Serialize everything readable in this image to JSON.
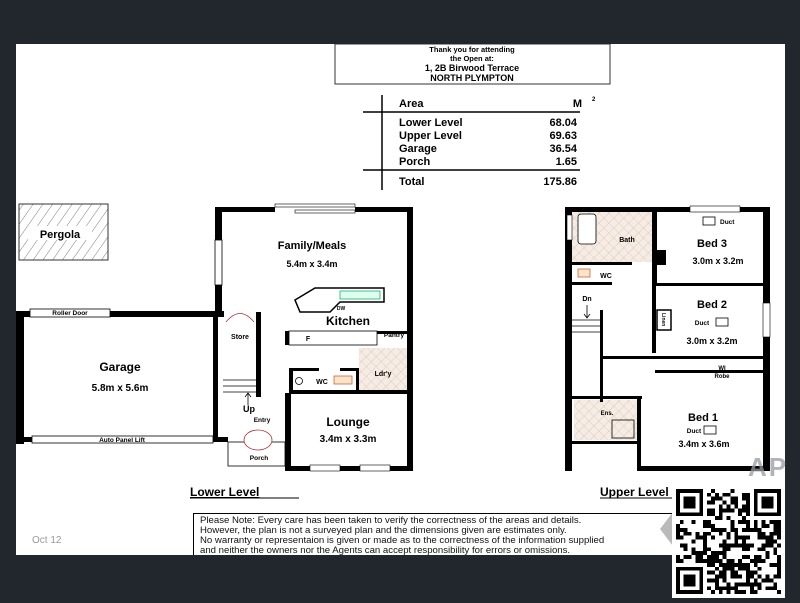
{
  "header_box": {
    "line1": "Thank you for attending",
    "line2": "the Open at:",
    "address": "1, 2B Birwood Terrace",
    "suburb": "NORTH PLYMPTON"
  },
  "area_table": {
    "col_label": "Area",
    "col_unit": "M",
    "unit_sup": "2",
    "rows": [
      {
        "label": "Lower Level",
        "value": "68.04"
      },
      {
        "label": "Upper Level",
        "value": "69.63"
      },
      {
        "label": "Garage",
        "value": "36.54"
      },
      {
        "label": "Porch",
        "value": "1.65"
      }
    ],
    "total_label": "Total",
    "total_value": "175.86"
  },
  "lower": {
    "heading": "Lower Level",
    "pergola": "Pergola",
    "roller_door": "Roller Door",
    "garage": "Garage",
    "garage_dim": "5.8m x 5.6m",
    "auto_panel": "Auto Panel Lift",
    "store": "Store",
    "up": "Up",
    "entry": "Entry",
    "porch": "Porch",
    "family": "Family/Meals",
    "family_dim": "5.4m x 3.4m",
    "dw": "DW",
    "kitchen": "Kitchen",
    "fridge": "F",
    "pantry": "Pantry",
    "laundry": "Ldr'y",
    "wc": "WC",
    "lounge": "Lounge",
    "lounge_dim": "3.4m x 3.3m"
  },
  "upper": {
    "heading": "Upper Level",
    "bath": "Bath",
    "wc": "WC",
    "dn": "Dn",
    "bed3": "Bed 3",
    "bed3_dim": "3.0m x 3.2m",
    "bed2": "Bed 2",
    "bed2_dim": "3.0m x 3.2m",
    "bed1": "Bed 1",
    "bed1_dim": "3.4m x 3.6m",
    "duct": "Duct",
    "linen": "Linen",
    "wi": "WI",
    "robe": "Robe",
    "ens": "Ens."
  },
  "note": {
    "line1": "Please Note:   Every care has been taken to verify the correctness of the areas and details.",
    "line2": "However, the plan is not a surveyed plan and the dimensions given are estimates only.",
    "line3": "No warranty or representaion is given or made as to the correctness of the information supplied",
    "line4": "and neither the owners nor the Agents can accept responsibility for errors or omissions."
  },
  "date_label": "Oct 12",
  "watermark": "AP",
  "colors": {
    "background": "#22272e",
    "page": "#ffffff",
    "wall": "#000000",
    "wet_area": "#f3e6dc"
  }
}
